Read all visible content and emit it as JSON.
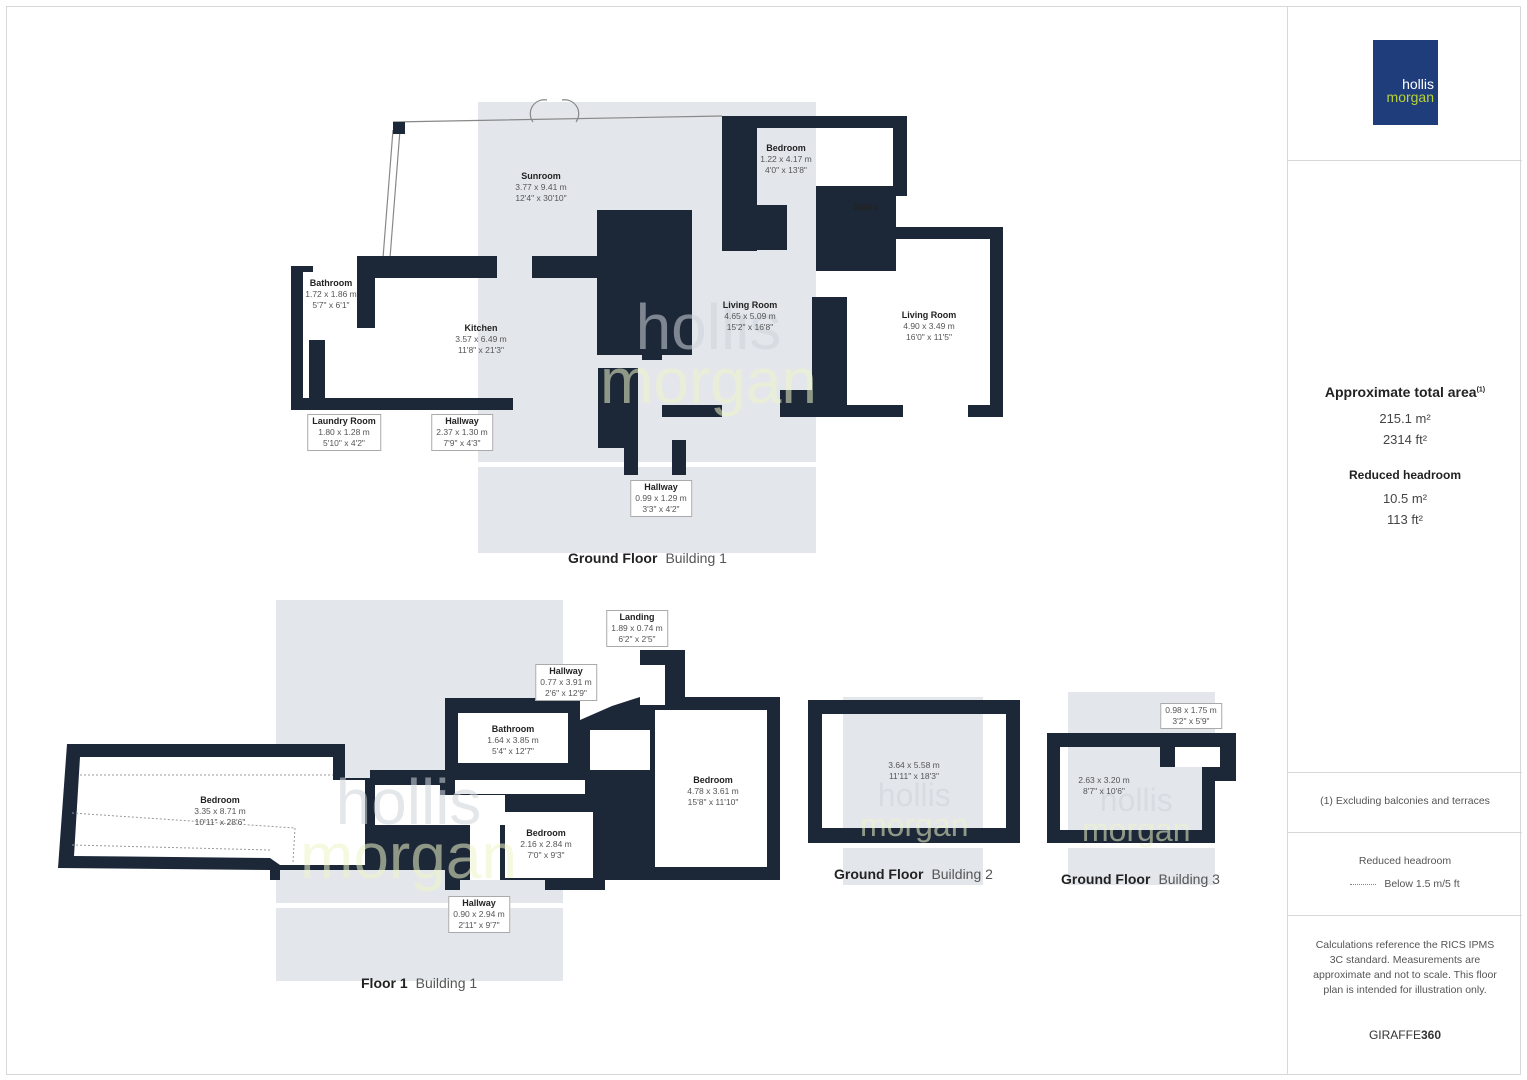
{
  "brand": {
    "line1": "hollis",
    "line2": "morgan",
    "blue": "#1f3d7a",
    "lime": "#b7d334"
  },
  "colors": {
    "wall": "#1c2738",
    "floor_band": "#e3e7ec"
  },
  "floors": [
    {
      "title": "Ground Floor",
      "building": "Building 1",
      "rooms": [
        {
          "name": "Sunroom",
          "metric": "3.77 x 9.41 m",
          "imperial": "12'4\" x 30'10\""
        },
        {
          "name": "Bedroom",
          "metric": "1.22 x 4.17 m",
          "imperial": "4'0\" x 13'8\""
        },
        {
          "name": "Stairs",
          "metric": "",
          "imperial": ""
        },
        {
          "name": "Bathroom",
          "metric": "1.72 x 1.86 m",
          "imperial": "5'7\" x 6'1\""
        },
        {
          "name": "Kitchen",
          "metric": "3.57 x 6.49 m",
          "imperial": "11'8\" x 21'3\""
        },
        {
          "name": "Living Room",
          "metric": "4.65 x 5.09 m",
          "imperial": "15'2\" x 16'8\""
        },
        {
          "name": "Living Room",
          "metric": "4.90 x 3.49 m",
          "imperial": "16'0\" x 11'5\""
        },
        {
          "name": "Laundry Room",
          "metric": "1.80 x 1.28 m",
          "imperial": "5'10\" x 4'2\""
        },
        {
          "name": "Hallway",
          "metric": "2.37 x 1.30 m",
          "imperial": "7'9\" x 4'3\""
        },
        {
          "name": "Hallway",
          "metric": "0.99 x 1.29 m",
          "imperial": "3'3\" x 4'2\""
        }
      ]
    },
    {
      "title": "Floor 1",
      "building": "Building 1",
      "rooms": [
        {
          "name": "Landing",
          "metric": "1.89 x 0.74 m",
          "imperial": "6'2\" x 2'5\""
        },
        {
          "name": "Hallway",
          "metric": "0.77 x 3.91 m",
          "imperial": "2'6\" x 12'9\""
        },
        {
          "name": "Bathroom",
          "metric": "1.64 x 3.85 m",
          "imperial": "5'4\" x 12'7\""
        },
        {
          "name": "Bedroom",
          "metric": "4.78 x 3.61 m",
          "imperial": "15'8\" x 11'10\""
        },
        {
          "name": "Bedroom",
          "metric": "3.35 x 8.71 m",
          "imperial": "10'11\" x 28'6\""
        },
        {
          "name": "Bedroom",
          "metric": "2.16 x 2.84 m",
          "imperial": "7'0\" x 9'3\""
        },
        {
          "name": "Hallway",
          "metric": "0.90 x 2.94 m",
          "imperial": "2'11\" x 9'7\""
        }
      ]
    },
    {
      "title": "Ground Floor",
      "building": "Building 2",
      "rooms": [
        {
          "name": "",
          "metric": "3.64 x 5.58 m",
          "imperial": "11'11\" x 18'3\""
        }
      ]
    },
    {
      "title": "Ground Floor",
      "building": "Building 3",
      "rooms": [
        {
          "name": "",
          "metric": "2.63 x 3.20 m",
          "imperial": "8'7\" x 10'6\""
        },
        {
          "name": "",
          "metric": "0.98 x 1.75 m",
          "imperial": "3'2\" x 5'9\""
        }
      ]
    }
  ],
  "summary": {
    "total_title": "Approximate total area",
    "total_note": "(1)",
    "total_m2": "215.1 m²",
    "total_ft2": "2314 ft²",
    "reduced_title": "Reduced headroom",
    "reduced_m2": "10.5 m²",
    "reduced_ft2": "113 ft²",
    "footnote": "(1) Excluding balconies and terraces",
    "legend_title": "Reduced headroom",
    "legend_item": "Below 1.5 m/5 ft",
    "disclaimer": "Calculations reference the RICS IPMS 3C standard. Measurements are approximate and not to scale. This floor plan is intended for illustration only.",
    "credit_a": "GIRAFFE",
    "credit_b": "360"
  }
}
